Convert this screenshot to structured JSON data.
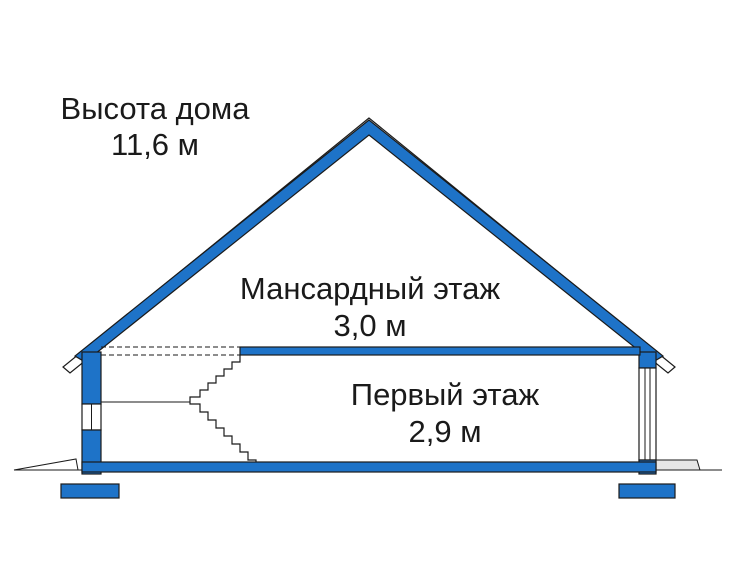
{
  "colors": {
    "structure_blue": "#1e73c8",
    "outline": "#1a1a1a",
    "background": "#ffffff",
    "ground_fill": "#e6e6e6"
  },
  "labels": {
    "house_height_title": "Высота дома",
    "house_height_value": "11,6 м",
    "attic_floor_title": "Мансардный этаж",
    "attic_floor_value": "3,0 м",
    "first_floor_title": "Первый этаж",
    "first_floor_value": "2,9 м"
  }
}
